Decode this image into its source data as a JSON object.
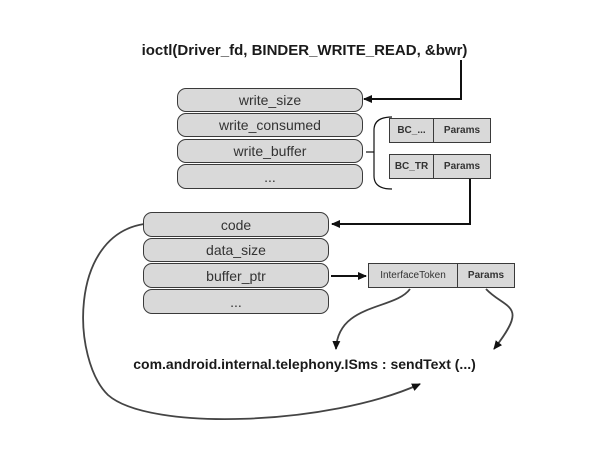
{
  "top_call": "ioctl(Driver_fd, BINDER_WRITE_READ, &bwr)",
  "bwr_fields": [
    "write_size",
    "write_consumed",
    "write_buffer",
    "..."
  ],
  "write_buffer_entries": [
    {
      "cmd": "BC_...",
      "params": "Params"
    },
    {
      "cmd": "BC_TR",
      "params": "Params"
    }
  ],
  "transaction_fields": [
    "code",
    "data_size",
    "buffer_ptr",
    "..."
  ],
  "buffer_entry": {
    "token": "InterfaceToken",
    "params": "Params"
  },
  "target_call": "com.android.internal.telephony.ISms : sendText (...)"
}
